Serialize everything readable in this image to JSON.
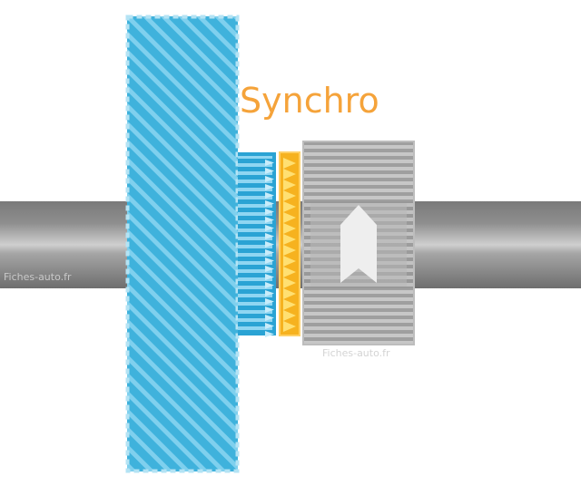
{
  "diagram": {
    "title": "Synchro",
    "watermarks": [
      "Fiches-auto.fr",
      "Fiches-auto.fr"
    ],
    "colors": {
      "gear_blue": "#3fb2dc",
      "gear_stripe": "#7fd0ee",
      "gear_border": "#a9def2",
      "synchro_ring": "#f6b21f",
      "synchro_teeth": "#ffe072",
      "shaft": "#8c8c8c",
      "sleeve": "#a7a7a7",
      "arrow": "#eeeeee",
      "title": "#f5a33a"
    },
    "parts": [
      {
        "name": "gear",
        "color": "gear_blue"
      },
      {
        "name": "dog-teeth",
        "color": "gear_blue"
      },
      {
        "name": "synchro-ring",
        "color": "synchro_ring"
      },
      {
        "name": "sliding-sleeve",
        "color": "sleeve"
      },
      {
        "name": "shaft",
        "color": "shaft"
      }
    ]
  }
}
